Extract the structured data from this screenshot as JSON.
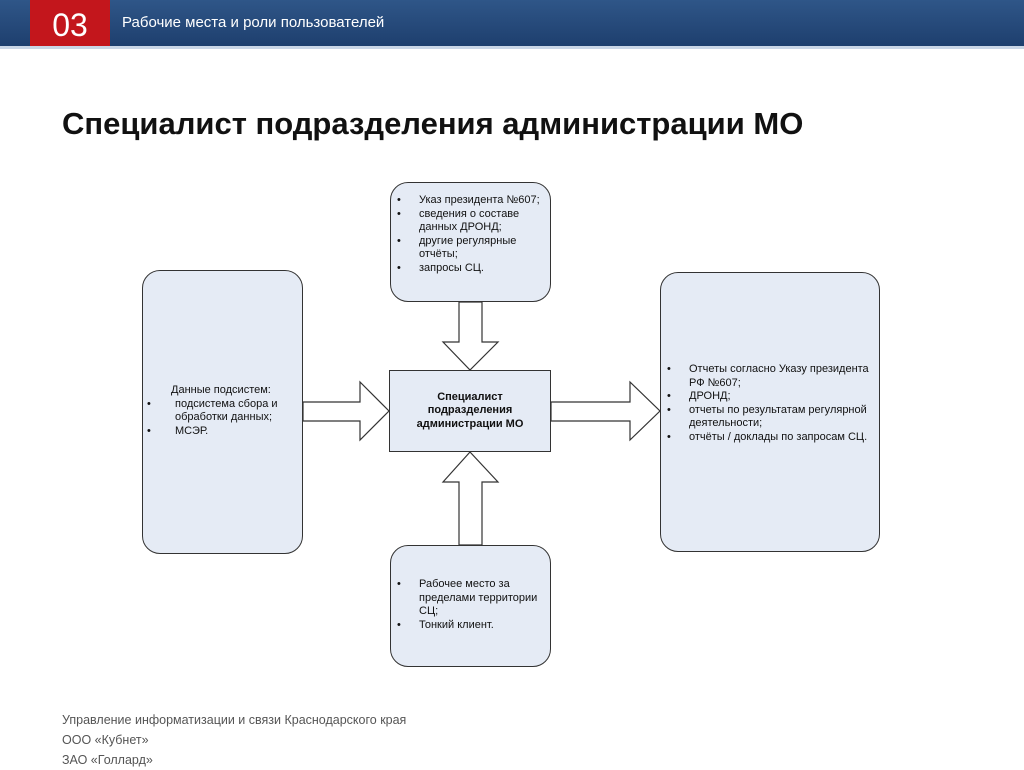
{
  "header": {
    "slide_number": "03",
    "section_title": "Рабочие места и роли пользователей"
  },
  "title": "Специалист подразделения администрации МО",
  "diagram": {
    "center": "Специалист подразделения администрации МО",
    "top": {
      "items": [
        "Указ президента №607;",
        "сведения о составе данных ДРОНД;",
        "другие регулярные отчёты;",
        "запросы СЦ."
      ]
    },
    "left": {
      "lead": "Данные подсистем:",
      "items": [
        "подсистема сбора и обработки данных;",
        "МСЭР."
      ]
    },
    "right": {
      "items": [
        "Отчеты согласно Указу президента РФ №607;",
        "ДРОНД;",
        "отчеты по результатам регулярной деятельности;",
        "отчёты / доклады по запросам СЦ."
      ]
    },
    "bottom": {
      "items": [
        "Рабочее  место за пределами территории СЦ;",
        "Тонкий клиент."
      ]
    }
  },
  "footer": {
    "line1": "Управление информатизации и связи Краснодарского края",
    "line2": "ООО «Кубнет»",
    "line3": "ЗАО «Голлард»"
  },
  "colors": {
    "header_bg": "#2f5688",
    "slide_number_bg": "#c3161c",
    "box_fill": "#e5ebf5",
    "box_stroke": "#333333"
  }
}
